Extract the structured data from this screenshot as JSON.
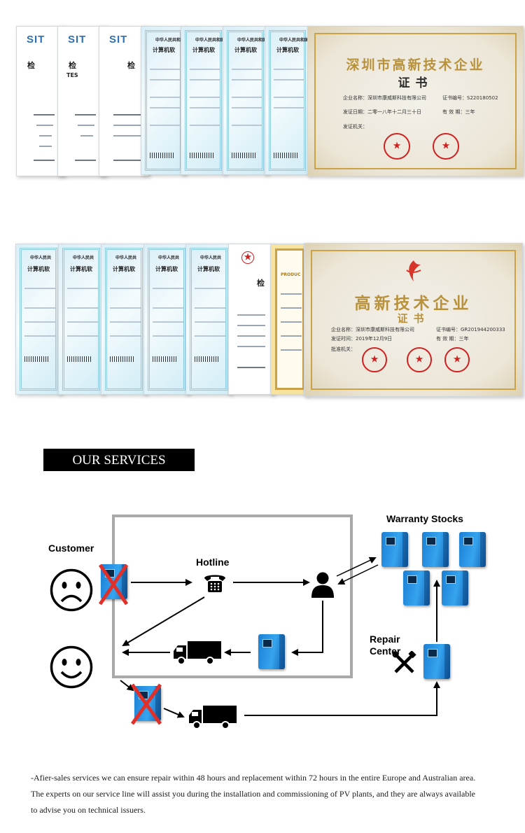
{
  "certificates_row1": {
    "sit_logo": "SIT",
    "sit_title_ch": "检",
    "sit_title_en": "TES",
    "software_header": "中华人民共和国",
    "software_title": "计算机软",
    "gold_title": "深圳市高新技术企业",
    "gold_subtitle": "证书",
    "gold_company": "企业名称：深圳市康威斯科技有限公司",
    "gold_number": "证书编号：S220180502",
    "gold_date": "发证日期：二零一八年十二月三十日",
    "gold_validity": "有 效 期：三年",
    "gold_issuer": "发证机关："
  },
  "certificates_row2": {
    "software_header": "中华人民共",
    "software_title": "计算机软",
    "test_title": "检",
    "product_title": "PRODUC",
    "gold_title": "高新技术企业",
    "gold_subtitle": "证书",
    "gold_company": "企业名称：深圳市康威斯科技有限公司",
    "gold_number": "证书编号：GR201944200333",
    "gold_date": "发证时间：2019年12月9日",
    "gold_validity": "有 效 期：三年",
    "gold_issuer": "批准机关："
  },
  "services_heading": "OUR SERVICES",
  "diagram": {
    "customer": "Customer",
    "hotline": "Hotline",
    "warranty": "Warranty Stocks",
    "repair_line1": "Repair",
    "repair_line2": "Center"
  },
  "info": {
    "line1": "-Afier-sales services we can ensure repair within 48 hours and replacement within 72 hours in the entire Europe and Australian area.",
    "line2": "The experts on our service line will assist you during the installation and commissioning of PV plants, and they are always available",
    "line3": "to advise you on technical issuers."
  },
  "colors": {
    "inverter_blue": "#2596e6",
    "cross_red": "#e0302a",
    "gold": "#c9a344"
  }
}
